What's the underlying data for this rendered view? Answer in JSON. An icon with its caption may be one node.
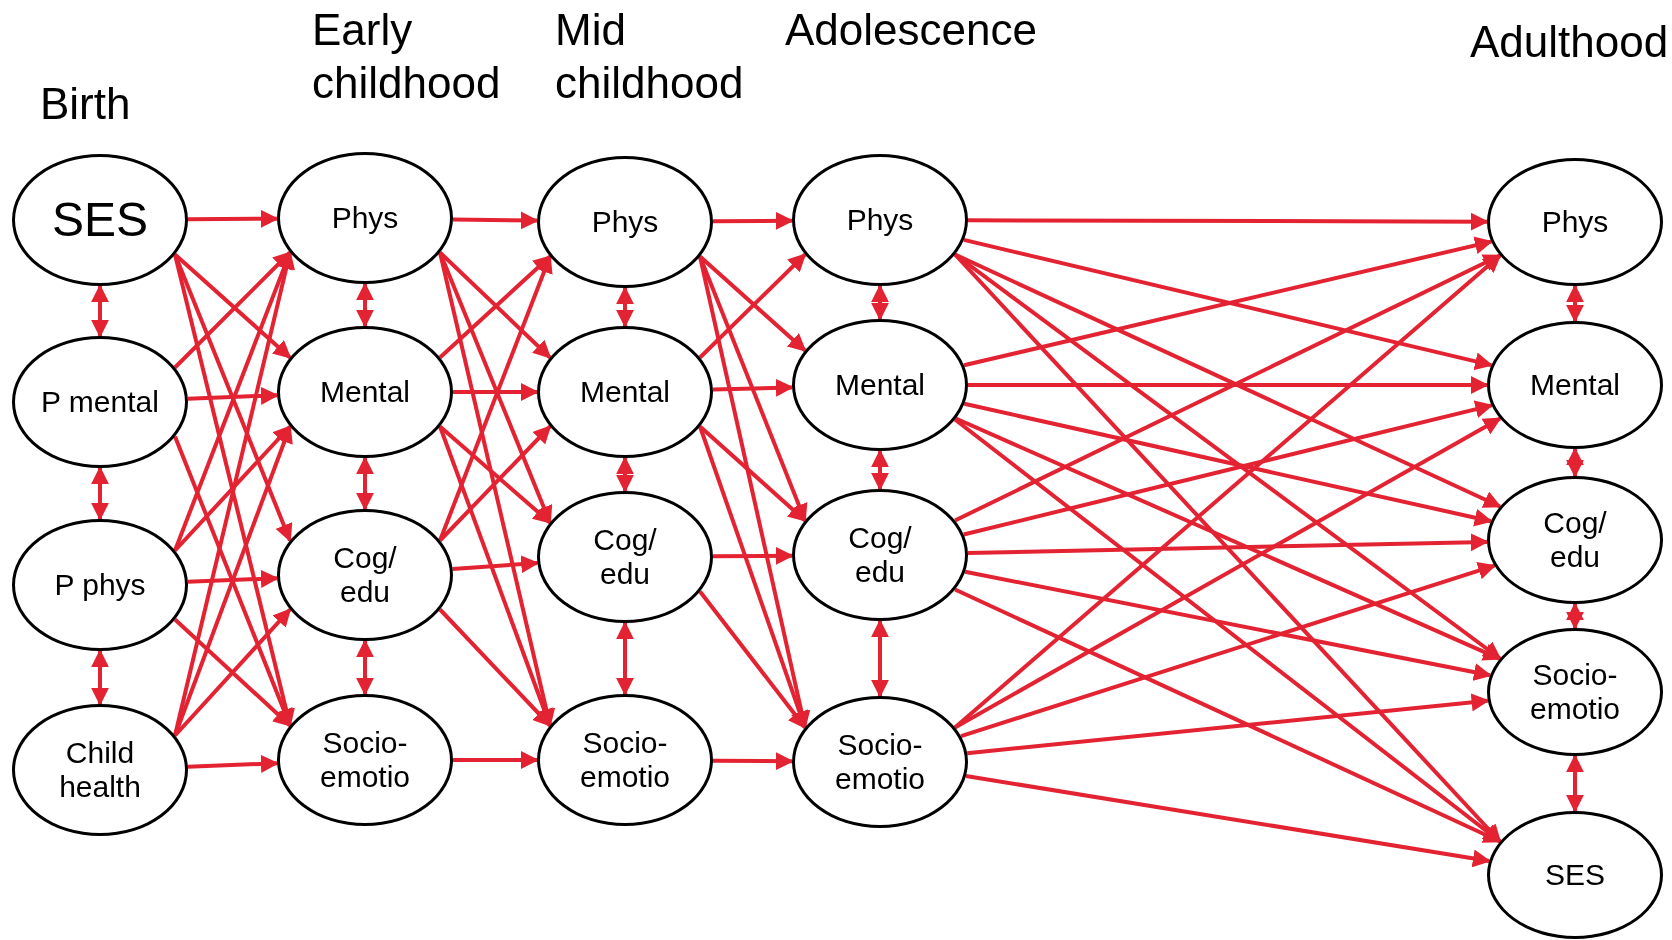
{
  "diagram": {
    "nodes": [
      {
        "text": [
          "SES"
        ]
      },
      {
        "text": [
          "P mental"
        ]
      },
      {
        "text": [
          "P phys"
        ]
      },
      {
        "text": [
          "Child health"
        ]
      },
      {
        "text": [
          "Phys"
        ]
      },
      {
        "text": [
          "Mental"
        ]
      },
      {
        "text": [
          "Cog/ edu"
        ]
      },
      {
        "text": [
          "Socio- emotio"
        ]
      },
      {
        "text": [
          "Phys"
        ]
      },
      {
        "text": [
          "Mental"
        ]
      },
      {
        "text": [
          "Cog/ edu"
        ]
      },
      {
        "text": [
          "Socio- emotio"
        ]
      },
      {
        "text": [
          "Phys"
        ]
      },
      {
        "text": [
          "Mental"
        ]
      },
      {
        "text": [
          "Cog/ edu"
        ]
      },
      {
        "text": [
          "Socio- emotio"
        ]
      },
      {
        "text": [
          "Phys"
        ]
      },
      {
        "text": [
          "Mental"
        ]
      },
      {
        "text": [
          "Cog/ edu"
        ]
      },
      {
        "text": [
          "Socio- emotio"
        ]
      },
      {
        "text": [
          "SES"
        ]
      }
    ],
    "edges": [
      {
        "from": 0,
        "to": 1,
        "arrow": "both"
      },
      {
        "from": 1,
        "to": 2,
        "arrow": "both"
      },
      {
        "from": 2,
        "to": 3,
        "arrow": "both"
      },
      {
        "from": 4,
        "to": 5,
        "arrow": "both"
      },
      {
        "from": 5,
        "to": 6,
        "arrow": "both"
      },
      {
        "from": 6,
        "to": 7,
        "arrow": "both"
      },
      {
        "from": 8,
        "to": 9,
        "arrow": "both"
      },
      {
        "from": 9,
        "to": 10,
        "arrow": "both"
      },
      {
        "from": 10,
        "to": 11,
        "arrow": "both"
      },
      {
        "from": 12,
        "to": 13,
        "arrow": "both"
      },
      {
        "from": 13,
        "to": 14,
        "arrow": "both"
      },
      {
        "from": 14,
        "to": 15,
        "arrow": "both"
      },
      {
        "from": 16,
        "to": 17,
        "arrow": "both"
      },
      {
        "from": 17,
        "to": 18,
        "arrow": "both"
      },
      {
        "from": 18,
        "to": 19,
        "arrow": "both"
      },
      {
        "from": 19,
        "to": 20,
        "arrow": "both"
      },
      {
        "from": 0,
        "to": 4,
        "arrow": "to"
      },
      {
        "from": 0,
        "to": 5,
        "arrow": "to"
      },
      {
        "from": 0,
        "to": 6,
        "arrow": "to"
      },
      {
        "from": 0,
        "to": 7,
        "arrow": "to"
      },
      {
        "from": 1,
        "to": 4,
        "arrow": "to"
      },
      {
        "from": 1,
        "to": 5,
        "arrow": "to"
      },
      {
        "from": 1,
        "to": 7,
        "arrow": "to"
      },
      {
        "from": 2,
        "to": 4,
        "arrow": "to"
      },
      {
        "from": 2,
        "to": 5,
        "arrow": "to"
      },
      {
        "from": 2,
        "to": 6,
        "arrow": "to"
      },
      {
        "from": 2,
        "to": 7,
        "arrow": "to"
      },
      {
        "from": 3,
        "to": 4,
        "arrow": "to"
      },
      {
        "from": 3,
        "to": 5,
        "arrow": "to"
      },
      {
        "from": 3,
        "to": 6,
        "arrow": "to"
      },
      {
        "from": 3,
        "to": 7,
        "arrow": "to"
      },
      {
        "from": 4,
        "to": 8,
        "arrow": "to"
      },
      {
        "from": 4,
        "to": 9,
        "arrow": "to"
      },
      {
        "from": 4,
        "to": 10,
        "arrow": "to"
      },
      {
        "from": 4,
        "to": 11,
        "arrow": "to"
      },
      {
        "from": 5,
        "to": 8,
        "arrow": "to"
      },
      {
        "from": 5,
        "to": 9,
        "arrow": "to"
      },
      {
        "from": 5,
        "to": 10,
        "arrow": "to"
      },
      {
        "from": 5,
        "to": 11,
        "arrow": "to"
      },
      {
        "from": 6,
        "to": 8,
        "arrow": "to"
      },
      {
        "from": 6,
        "to": 9,
        "arrow": "to"
      },
      {
        "from": 6,
        "to": 10,
        "arrow": "to"
      },
      {
        "from": 6,
        "to": 11,
        "arrow": "to"
      },
      {
        "from": 7,
        "to": 11,
        "arrow": "to"
      },
      {
        "from": 8,
        "to": 12,
        "arrow": "to"
      },
      {
        "from": 8,
        "to": 13,
        "arrow": "to"
      },
      {
        "from": 8,
        "to": 14,
        "arrow": "to"
      },
      {
        "from": 8,
        "to": 15,
        "arrow": "to"
      },
      {
        "from": 9,
        "to": 12,
        "arrow": "to"
      },
      {
        "from": 9,
        "to": 13,
        "arrow": "to"
      },
      {
        "from": 9,
        "to": 14,
        "arrow": "to"
      },
      {
        "from": 9,
        "to": 15,
        "arrow": "to"
      },
      {
        "from": 10,
        "to": 14,
        "arrow": "to"
      },
      {
        "from": 10,
        "to": 15,
        "arrow": "to"
      },
      {
        "from": 11,
        "to": 15,
        "arrow": "to"
      },
      {
        "from": 12,
        "to": 16,
        "arrow": "to"
      },
      {
        "from": 12,
        "to": 17,
        "arrow": "to"
      },
      {
        "from": 12,
        "to": 18,
        "arrow": "to"
      },
      {
        "from": 12,
        "to": 19,
        "arrow": "to"
      },
      {
        "from": 12,
        "to": 20,
        "arrow": "to"
      },
      {
        "from": 13,
        "to": 16,
        "arrow": "to"
      },
      {
        "from": 13,
        "to": 17,
        "arrow": "to"
      },
      {
        "from": 13,
        "to": 18,
        "arrow": "to"
      },
      {
        "from": 13,
        "to": 19,
        "arrow": "to"
      },
      {
        "from": 13,
        "to": 20,
        "arrow": "to"
      },
      {
        "from": 14,
        "to": 16,
        "arrow": "to"
      },
      {
        "from": 14,
        "to": 17,
        "arrow": "to"
      },
      {
        "from": 14,
        "to": 18,
        "arrow": "to"
      },
      {
        "from": 14,
        "to": 19,
        "arrow": "to"
      },
      {
        "from": 14,
        "to": 20,
        "arrow": "to"
      },
      {
        "from": 15,
        "to": 16,
        "arrow": "to"
      },
      {
        "from": 15,
        "to": 17,
        "arrow": "to"
      },
      {
        "from": 15,
        "to": 18,
        "arrow": "to"
      },
      {
        "from": 15,
        "to": 19,
        "arrow": "to"
      },
      {
        "from": 15,
        "to": 20,
        "arrow": "to"
      }
    ],
    "labels": [
      "Birth",
      "Early childhood",
      "Mid childhood",
      "Adolescence",
      "Adulthood"
    ]
  }
}
